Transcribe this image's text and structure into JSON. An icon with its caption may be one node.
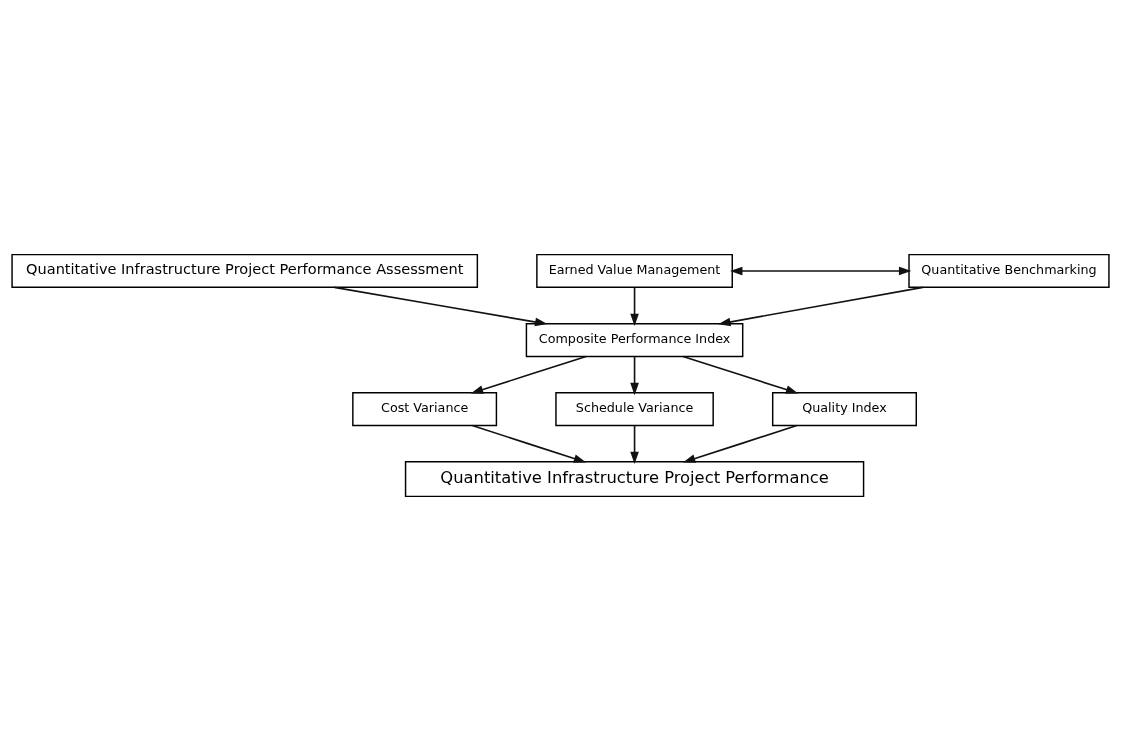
{
  "diagram": {
    "nodes": [
      {
        "text": [
          "Quantitative Infrastructure Project Performance Assessment"
        ]
      },
      {
        "text": [
          "Earned Value Management"
        ]
      },
      {
        "text": [
          "Quantitative Benchmarking"
        ]
      },
      {
        "text": [
          "Composite Performance Index"
        ]
      },
      {
        "text": [
          "Cost Variance"
        ]
      },
      {
        "text": [
          "Schedule Variance"
        ]
      },
      {
        "text": [
          "Quality Index"
        ]
      },
      {
        "text": [
          "Quantitative Infrastructure Project Performance"
        ]
      }
    ],
    "edges": [
      {
        "from": 0,
        "to": 3,
        "arrow": "to"
      },
      {
        "from": 1,
        "to": 2,
        "arrow": "both"
      },
      {
        "from": 1,
        "to": 3,
        "arrow": "to"
      },
      {
        "from": 2,
        "to": 3,
        "arrow": "to"
      },
      {
        "from": 3,
        "to": 4,
        "arrow": "to"
      },
      {
        "from": 3,
        "to": 5,
        "arrow": "to"
      },
      {
        "from": 3,
        "to": 6,
        "arrow": "to"
      },
      {
        "from": 4,
        "to": 7,
        "arrow": "to"
      },
      {
        "from": 5,
        "to": 7,
        "arrow": "to"
      },
      {
        "from": 6,
        "to": 7,
        "arrow": "to"
      }
    ]
  }
}
